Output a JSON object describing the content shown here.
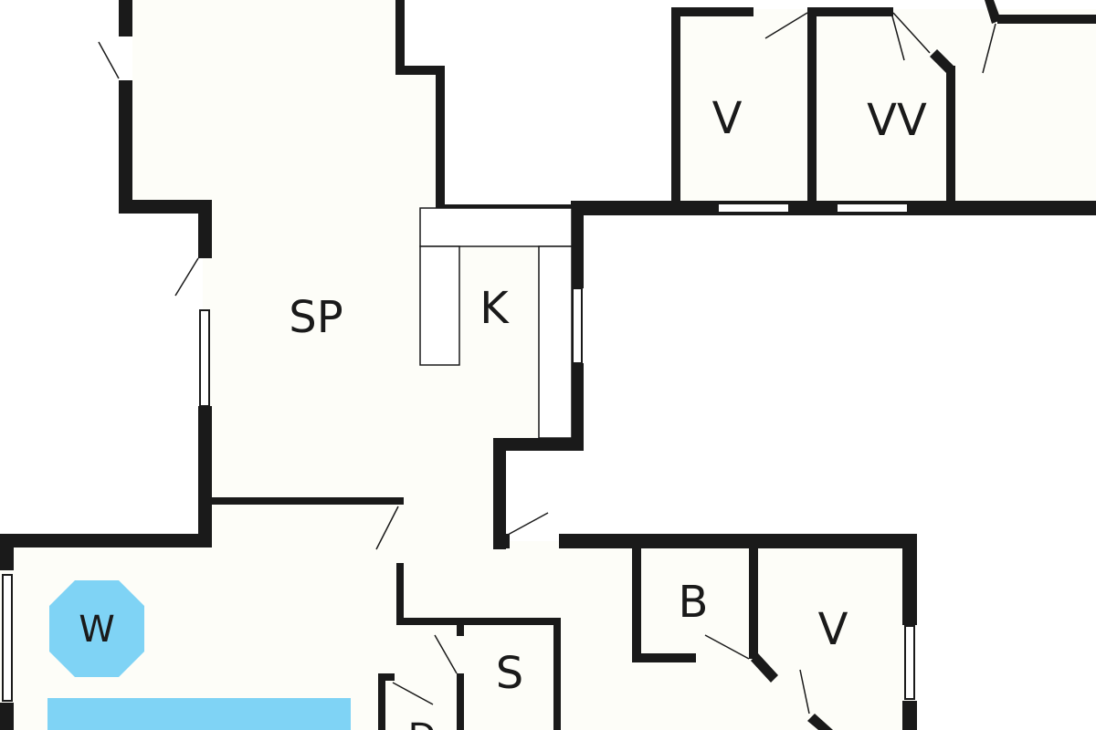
{
  "rooms": {
    "sp": "SP",
    "k": "K",
    "v_top": "V",
    "vv": "VV",
    "b": "B",
    "v_bottom": "V",
    "s": "S",
    "w": "W",
    "d": "D"
  },
  "colors": {
    "wall": "#1a1a1a",
    "floor": "#fdfdf8",
    "water_feature": "#7fd3f5"
  }
}
